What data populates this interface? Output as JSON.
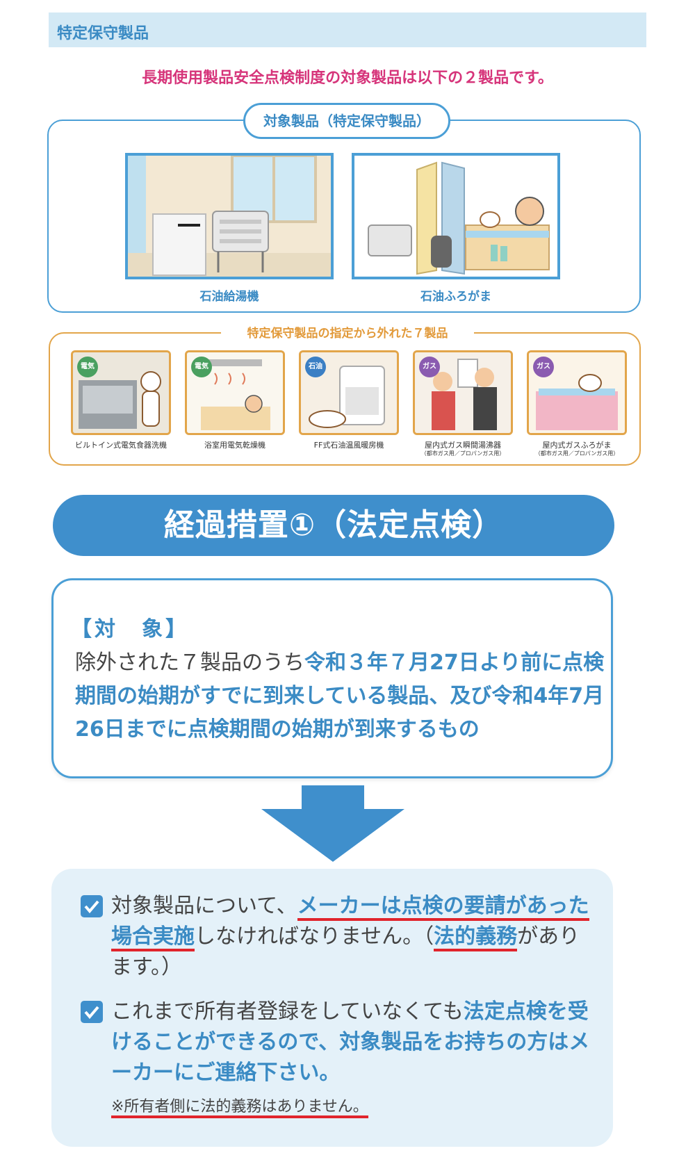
{
  "header": {
    "title": "特定保守製品"
  },
  "intro": {
    "text": "長期使用製品安全点検制度の対象製品は以下の２製品です。"
  },
  "target": {
    "pill": "対象製品（特定保守製品）",
    "products": [
      {
        "label": "石油給湯機"
      },
      {
        "label": "石油ふろがま"
      }
    ]
  },
  "excluded": {
    "title": "特定保守製品の指定から外れた７製品",
    "items": [
      {
        "badge": "電気",
        "label": "ビルトイン式電気食器洗機",
        "sub": ""
      },
      {
        "badge": "電気",
        "label": "浴室用電気乾燥機",
        "sub": ""
      },
      {
        "badge": "石油",
        "label": "FF式石油温風暖房機",
        "sub": ""
      },
      {
        "badge": "ガス",
        "label": "屋内式ガス瞬間湯沸器",
        "sub": "（都市ガス用／プロパンガス用）"
      },
      {
        "badge": "ガス",
        "label": "屋内式ガスふろがま",
        "sub": "（都市ガス用／プロパンガス用）"
      }
    ],
    "colors": {
      "electric": "#4aa060",
      "oil": "#3b7fc4",
      "gas": "#8a5bb0"
    }
  },
  "banner": {
    "text": "経過措置①（法定点検）"
  },
  "subject": {
    "label": "【対　象】",
    "t1": "除外された７製品のうち",
    "t2": "令和３年７月27日より前に点検期間の始期がすでに到来している製品、及び令和4年7月26日までに点検期間の始期が到来するもの"
  },
  "points": {
    "p1_a": "対象製品について、",
    "p1_b": "メーカーは点検の要請があった場合実施",
    "p1_c": "しなければなりません。（",
    "p1_d": "法的義務",
    "p1_e": "があります。）",
    "p2_a": "これまで所有者登録をしていなくても",
    "p2_b": "法定点検を受けることができるので、対象製品をお持ちの方はメーカーにご連絡下さい。",
    "note": "※所有者側に法的義務はありません。"
  },
  "colors": {
    "accent": "#3b8bc4",
    "pink": "#d6347a",
    "orange": "#e2a54a",
    "underline": "#e0242c"
  }
}
